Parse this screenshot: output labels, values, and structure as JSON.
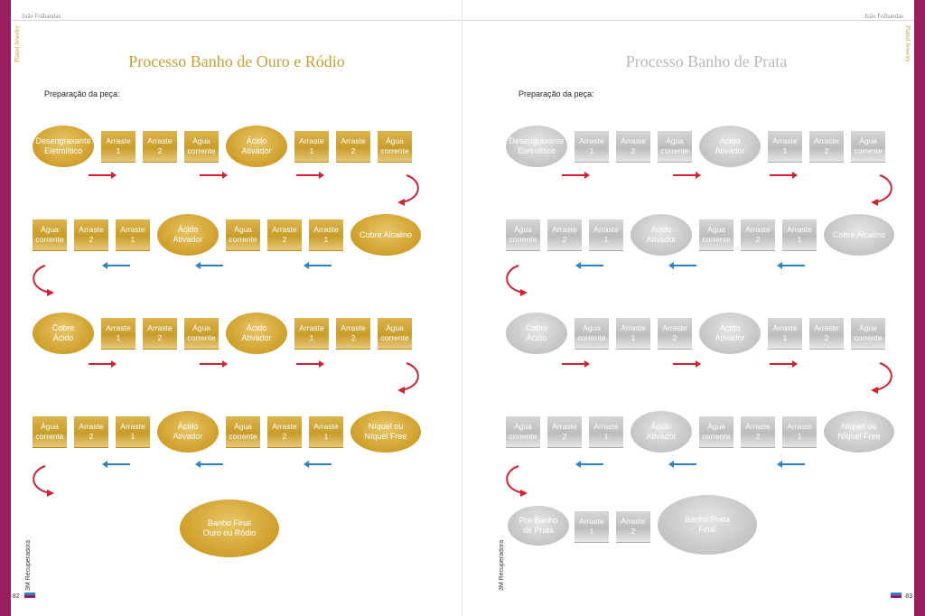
{
  "header": {
    "author_left": "João Folhandas",
    "author_right": "João Folhandas",
    "side_label": "Plated Jewelry"
  },
  "left": {
    "title": "Processo Banho de Ouro e Ródio",
    "prep": "Preparação da peça:",
    "rows": [
      [
        "Desengraxante\nEletrolítico",
        "Arraste\n1",
        "Arraste\n2",
        "Água\ncorrente",
        "Ácido\nAtivador",
        "Arraste\n1",
        "Arraste\n2",
        "Água\ncorrente"
      ],
      [
        "Água\ncorrente",
        "Arraste\n2",
        "Arraste\n1",
        "Ácido\nAtivador",
        "Água\ncorrente",
        "Arraste\n2",
        "Arraste\n1",
        "Cobre Alcalino"
      ],
      [
        "Cobre\nÁcido",
        "Arraste\n1",
        "Arraste\n2",
        "Água\ncorrente",
        "Ácido\nAtivador",
        "Arraste\n1",
        "Arraste\n2",
        "Água\ncorrente"
      ],
      [
        "Água\ncorrente",
        "Arraste\n2",
        "Arraste\n1",
        "Ácido\nAtivador",
        "Água\ncorrente",
        "Arraste\n2",
        "Arraste\n1",
        "Níquel ou\nNíquel Free"
      ]
    ],
    "final": "Banho Final\nOuro ou Ródio",
    "footer": "3M Recuperadora",
    "page_number": "82"
  },
  "right": {
    "title": "Processo Banho de Prata",
    "prep": "Preparação da peça:",
    "rows": [
      [
        "Desengraxante\nEletrolítico",
        "Arraste\n1",
        "Arraste\n2",
        "Água\ncorrente",
        "Ácido\nAtivador",
        "Arraste\n1",
        "Arraste\n2",
        "Água\ncorrente"
      ],
      [
        "Água\ncorrente",
        "Arraste\n2",
        "Arraste\n1",
        "Ácido\nAtivador",
        "Água\ncorrente",
        "Arraste\n2",
        "Arraste\n1",
        "Cobre Alcalino"
      ],
      [
        "Cobre\nÁcido",
        "Água\ncorrente",
        "Arraste\n1",
        "Arraste\n2",
        "Ácido\nAtivador",
        "Arraste\n1",
        "Arraste\n2",
        "Água\ncorrente"
      ],
      [
        "Água\ncorrente",
        "Arraste\n2",
        "Arraste\n1",
        "Ácido\nAtivador",
        "Água\ncorrente",
        "Arraste\n2",
        "Arraste\n1",
        "Níquel ou\nNíquel Free"
      ]
    ],
    "final_steps": [
      "Pré Banho\nde Prata",
      "Arraste\n1",
      "Arraste\n2",
      "Banho Prata\nFinal"
    ],
    "footer": "3M Recuperadora",
    "page_number": "83"
  },
  "colors": {
    "gold": "#c9a033",
    "gray": "#bdbdbd",
    "red_arrow": "#d42030",
    "blue_arrow": "#2c82c4",
    "border": "#9a1c60"
  }
}
